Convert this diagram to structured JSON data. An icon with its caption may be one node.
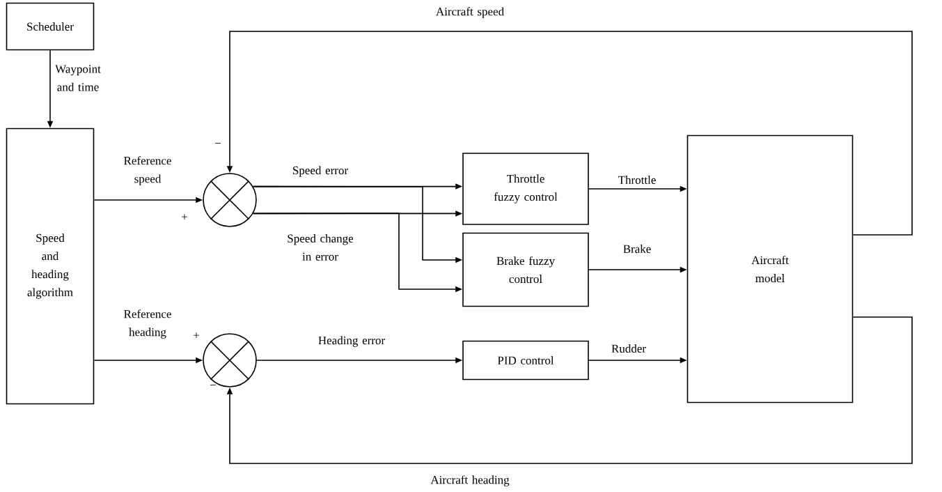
{
  "diagram": {
    "nodes": [
      {
        "text": [
          "Scheduler"
        ]
      },
      {
        "text": [
          "Speed and heading algorithm"
        ]
      },
      {
        "text": [],
        "shape": "circle"
      },
      {
        "text": [],
        "shape": "circle"
      },
      {
        "text": [
          "Throttle fuzzy control"
        ]
      },
      {
        "text": [
          "Brake fuzzy control"
        ]
      },
      {
        "text": [
          "PID control"
        ]
      },
      {
        "text": [
          "Aircraft model"
        ]
      }
    ],
    "edges": [
      {
        "from": 0,
        "to": 1,
        "arrow": "to",
        "label": "Waypoint and time"
      },
      {
        "from": 1,
        "to": 2,
        "arrow": "to",
        "label": "Reference speed"
      },
      {
        "from": 2,
        "to": 4,
        "arrow": "to",
        "label": "Speed error"
      },
      {
        "from": 2,
        "to": 4,
        "arrow": "to",
        "label": "Speed change in error"
      },
      {
        "from": 2,
        "to": 5,
        "arrow": "to"
      },
      {
        "from": 2,
        "to": 5,
        "arrow": "to"
      },
      {
        "from": 4,
        "to": 7,
        "arrow": "to",
        "label": "Throttle"
      },
      {
        "from": 5,
        "to": 7,
        "arrow": "to",
        "label": "Brake"
      },
      {
        "from": 1,
        "to": 3,
        "arrow": "to",
        "label": "Reference heading"
      },
      {
        "from": 3,
        "to": 6,
        "arrow": "to",
        "label": "Heading error"
      },
      {
        "from": 6,
        "to": 7,
        "arrow": "to",
        "label": "Rudder"
      },
      {
        "from": 7,
        "to": 2,
        "arrow": "to",
        "label": "Aircraft speed"
      },
      {
        "from": 7,
        "to": 3,
        "arrow": "to",
        "label": "Aircraft heading"
      }
    ],
    "labels": [
      "−",
      "+",
      "+",
      "−"
    ]
  }
}
